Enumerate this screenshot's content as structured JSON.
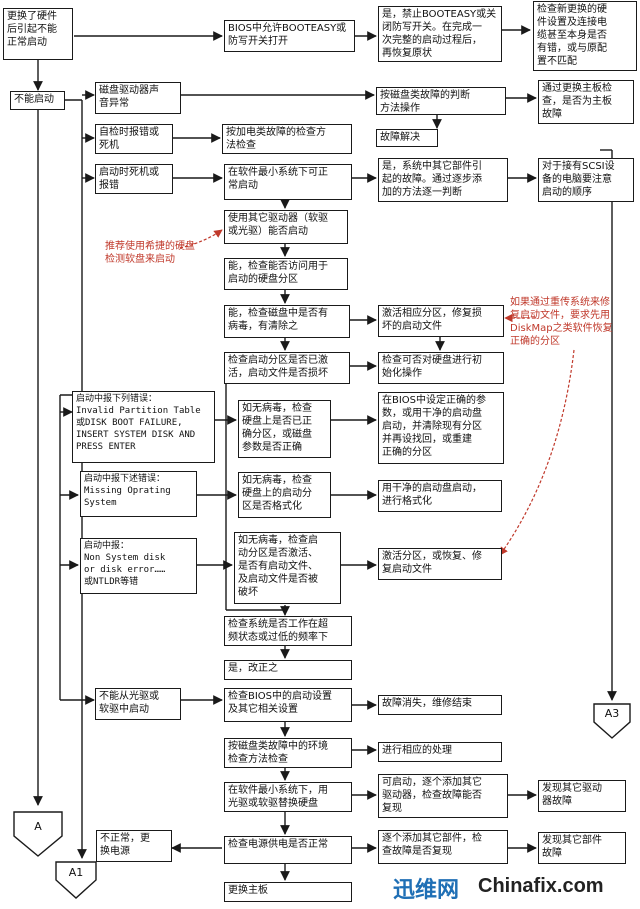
{
  "colors": {
    "annotation": "#c0392b",
    "line": "#1a1a1a",
    "watermark_blue": "#1f6fb5"
  },
  "nodes": {
    "n_hw": "更换了硬件\n后引起不能\n正常启动",
    "n_bios_allow": "BIOS中允许BOOTEASY或\n防写开关打开",
    "n_yes_forbid": "是，禁止BOOTEASY或关\n闭防写开关。在完成一\n次完整的启动过程后，\n再恢复原状",
    "n_check_new": "检查新更换的硬\n件设置及连接电\n缆甚至本身是否\n有错，或与原配\n置不匹配",
    "n_noboot": "不能启动",
    "n_disk_noise": "磁盘驱动器声\n音异常",
    "n_disk_method": "按磁盘类故障的判断\n方法操作",
    "n_mainboard": "通过更换主板检\n查，是否为主板\n故障",
    "n_fault_solved": "故障解决",
    "n_self_test": "自检时报错或\n死机",
    "n_power_method": "按加电类故障的检查方\n法检查",
    "n_boot_crash": "启动时死机或\n报错",
    "n_min_sys": "在软件最小系统下可正\n常启动",
    "n_yes_other": "是，系统中其它部件引\n起的故障。通过逐步添\n加的方法逐一判断",
    "n_scsi": "对于接有SCSI设\n备的电脑要注意\n启动的顺序",
    "n_other_drive": "使用其它驱动器（软驱\n或光驱）能否启动",
    "n_can_access": "能，检查能否访问用于\n启动的硬盘分区",
    "n_virus": "能，检查磁盘中是否有\n病毒，有清除之",
    "n_activate": "激活相应分区，修复损\n坏的启动文件",
    "n_check_part": "检查启动分区是否已激\n活，启动文件是否损坏",
    "n_check_init": "检查可否对硬盘进行初\n始化操作",
    "n_err1": "启动中报下列错误：\nInvalid Partition Table\n或DISK BOOT FAILURE,\nINSERT SYSTEM DISK AND\nPRESS ENTER",
    "n_novirus1": "如无病毒，检查\n硬盘上是否已正\n确分区，或磁盘\n参数是否正确",
    "n_bios_set": "在BIOS中设定正确的参\n数，或用干净的启动盘\n启动，并清除现有分区\n并再设找回，或重建\n正确的分区",
    "n_err2": "启动中报下述错误：\nMissing Oprating\nSystem",
    "n_novirus2": "如无病毒，检查\n硬盘上的启动分\n区是否格式化",
    "n_clean_boot": "用干净的启动盘启动，\n进行格式化",
    "n_err3": "启动中报：\nNon System disk\nor disk error……\n或NTLDR等错",
    "n_novirus3": "如无病毒，检查启\n动分区是否激活、\n是否有启动文件、\n及启动文件是否被\n破坏",
    "n_activate_fix": "激活分区，或恢复、修\n复启动文件",
    "n_check_overclock": "检查系统是否工作在超\n频状态或过低的频率下",
    "n_yes_fix": "是，改正之",
    "n_no_cd": "不能从光驱或\n软驱中启动",
    "n_check_bios_boot": "检查BIOS中的启动设置\n及其它相关设置",
    "n_fault_gone": "故障消失，维修结束",
    "n_disk_env": "按磁盘类故障中的环境\n检查方法检查",
    "n_handle": "进行相应的处理",
    "n_min_sys2": "在软件最小系统下，用\n光驱或软驱替换硬盘",
    "n_can_boot": "可启动，逐个添加其它\n驱动器，检查故障能否\n复现",
    "n_find_other_drive": "发现其它驱动\n器故障",
    "n_abnormal": "不正常，更\n换电源",
    "n_check_power": "检查电源供电是否正常",
    "n_add_each": "逐个添加其它部件，检\n查故障是否复现",
    "n_find_other_part": "发现其它部件\n故障",
    "n_replace_board": "更换主板"
  },
  "connectors": {
    "A": "A",
    "A1": "A1",
    "A3": "A3"
  },
  "annotations": {
    "note_left": "推荐使用希捷的硬盘\n检测软盘来启动",
    "note_right": "如果通过重传系统来修\n复启动文件，要求先用\nDiskMap之类软件恢复\n正确的分区"
  },
  "watermark": {
    "cn": "迅维网",
    "en": "Chinafix.com"
  }
}
